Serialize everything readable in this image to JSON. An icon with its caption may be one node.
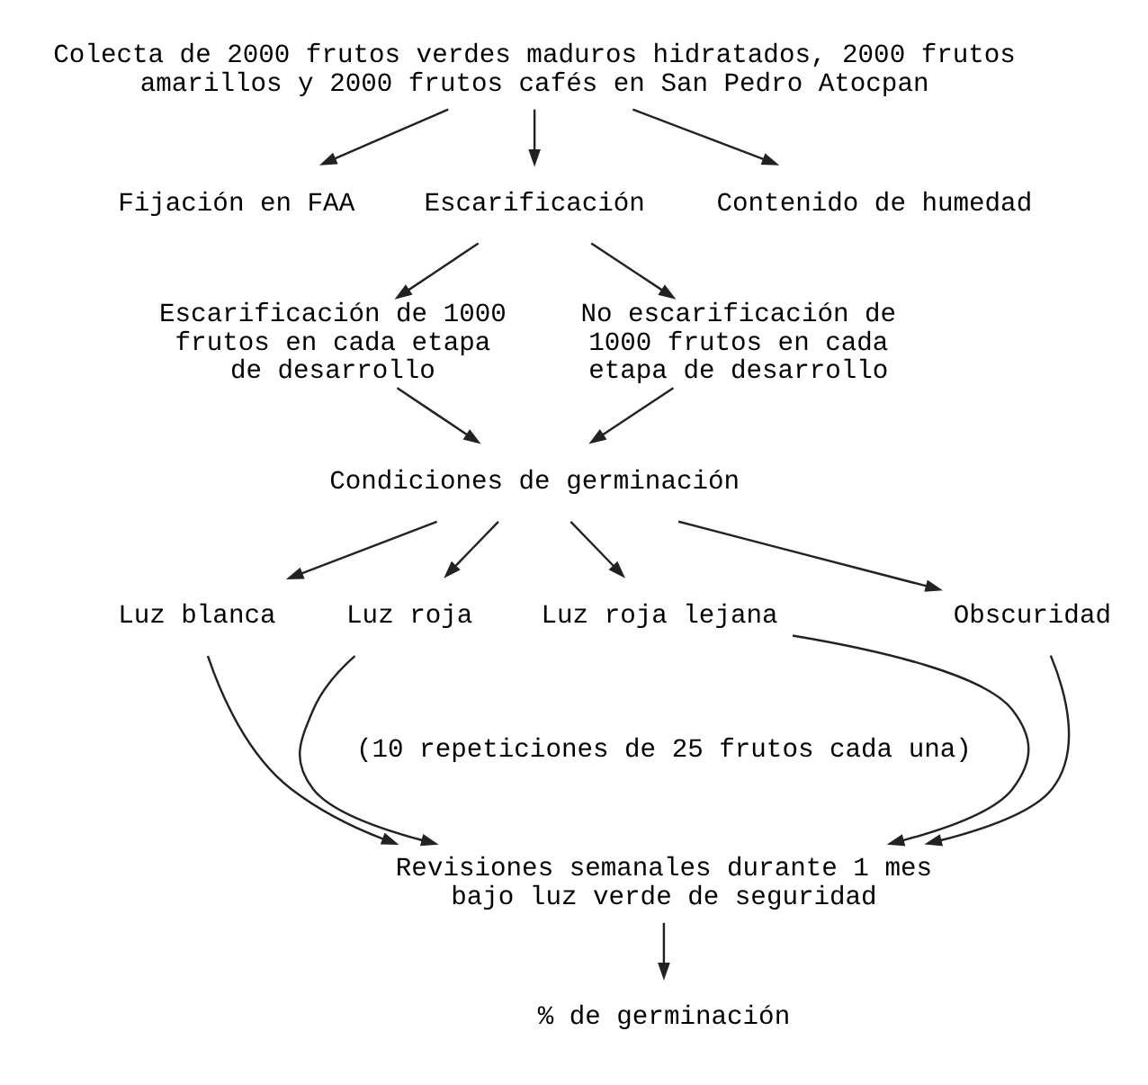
{
  "diagram": {
    "nodes": [
      {
        "text": [
          "Colecta de 2000 frutos verdes maduros hidratados, 2000 frutos amarillos y 2000 frutos cafés en San Pedro Atocpan"
        ]
      },
      {
        "text": [
          "Fijación en FAA"
        ]
      },
      {
        "text": [
          "Escarificación"
        ]
      },
      {
        "text": [
          "Contenido de humedad"
        ]
      },
      {
        "text": [
          "Escarificación de 1000 frutos en cada etapa de desarrollo"
        ]
      },
      {
        "text": [
          "No escarificación de 1000 frutos en cada etapa de desarrollo"
        ]
      },
      {
        "text": [
          "Condiciones de germinación"
        ]
      },
      {
        "text": [
          "Luz blanca"
        ]
      },
      {
        "text": [
          "Luz roja"
        ]
      },
      {
        "text": [
          "Luz roja lejana"
        ]
      },
      {
        "text": [
          "Obscuridad"
        ]
      },
      {
        "text": [
          "Revisiones semanales durante 1 mes bajo luz verde de seguridad"
        ]
      },
      {
        "text": [
          "% de germinación"
        ]
      }
    ],
    "edges": [
      {
        "from": 0,
        "to": 1,
        "arrow": "to"
      },
      {
        "from": 0,
        "to": 2,
        "arrow": "to"
      },
      {
        "from": 0,
        "to": 3,
        "arrow": "to"
      },
      {
        "from": 2,
        "to": 4,
        "arrow": "to"
      },
      {
        "from": 2,
        "to": 5,
        "arrow": "to"
      },
      {
        "from": 4,
        "to": 6,
        "arrow": "to"
      },
      {
        "from": 5,
        "to": 6,
        "arrow": "to"
      },
      {
        "from": 6,
        "to": 7,
        "arrow": "to"
      },
      {
        "from": 6,
        "to": 8,
        "arrow": "to"
      },
      {
        "from": 6,
        "to": 9,
        "arrow": "to"
      },
      {
        "from": 6,
        "to": 10,
        "arrow": "to"
      },
      {
        "from": 7,
        "to": 11,
        "arrow": "to"
      },
      {
        "from": 8,
        "to": 11,
        "arrow": "to"
      },
      {
        "from": 9,
        "to": 11,
        "arrow": "to"
      },
      {
        "from": 10,
        "to": 11,
        "arrow": "to"
      },
      {
        "from": 11,
        "to": 12,
        "arrow": "to"
      }
    ],
    "labels": [
      "(10 repeticiones de 25 frutos cada una)"
    ]
  }
}
